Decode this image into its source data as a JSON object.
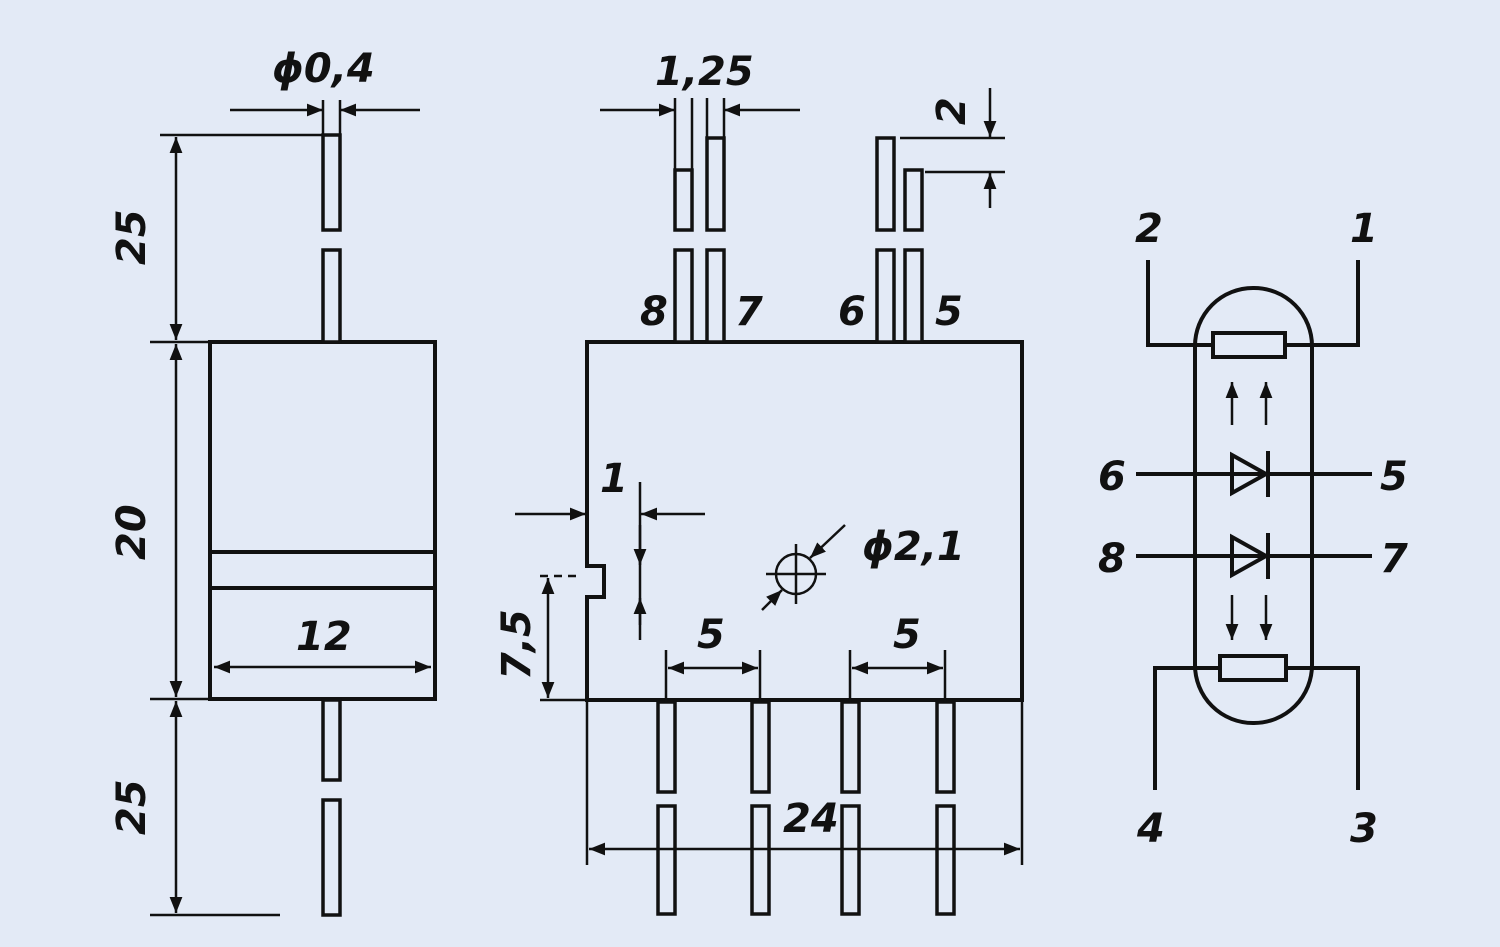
{
  "side_view": {
    "dim_lead_diameter": "ϕ0,4",
    "dim_lead_top": "25",
    "dim_body_height": "20",
    "dim_body_width": "12",
    "dim_lead_bottom": "25"
  },
  "front_view": {
    "dim_pin_pitch": "1,25",
    "dim_pin_offset": "2",
    "dim_notch_width": "1",
    "dim_hole": "ϕ2,1",
    "dim_notch_height": "7,5",
    "dim_pin_spacing_left": "5",
    "dim_pin_spacing_right": "5",
    "dim_overall_width": "24",
    "pin_labels": {
      "p8": "8",
      "p7": "7",
      "p6": "6",
      "p5": "5"
    }
  },
  "schematic": {
    "pins": {
      "p1": "1",
      "p2": "2",
      "p3": "3",
      "p4": "4",
      "p5": "5",
      "p6": "6",
      "p7": "7",
      "p8": "8"
    }
  }
}
